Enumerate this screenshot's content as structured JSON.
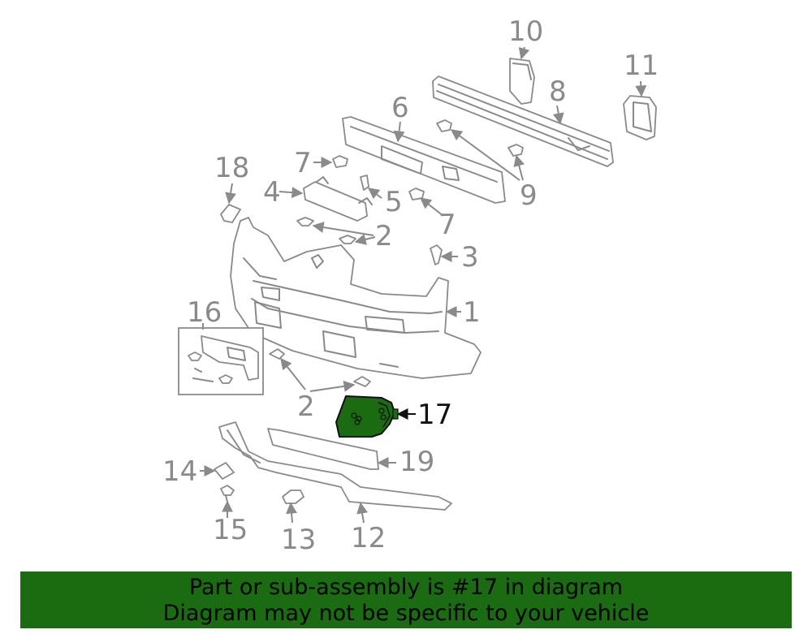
{
  "callouts": {
    "c1": "1",
    "c2a": "2",
    "c2b": "2",
    "c3": "3",
    "c4": "4",
    "c5": "5",
    "c6": "6",
    "c7a": "7",
    "c7b": "7",
    "c8": "8",
    "c9": "9",
    "c10": "10",
    "c11": "11",
    "c12": "12",
    "c13": "13",
    "c14": "14",
    "c15": "15",
    "c16": "16",
    "c17": "17",
    "c18": "18",
    "c19": "19"
  },
  "highlight": {
    "part_number": "17",
    "color": "#1b6b12"
  },
  "banner": {
    "line1": "Part or sub-assembly is #17 in diagram",
    "line2": "Diagram may not be specific to your vehicle",
    "color": "#1b6b12"
  }
}
